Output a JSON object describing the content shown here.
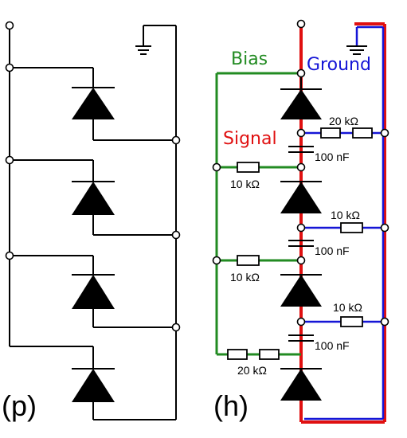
{
  "panels": {
    "left_label": "(p)",
    "right_label": "(h)"
  },
  "labels": {
    "bias": "Bias",
    "ground": "Ground",
    "signal": "Signal"
  },
  "components": {
    "r_top": "20 kΩ",
    "cap_1": "100 nF",
    "r_bias_1": "10 kΩ",
    "r_gnd_2": "10 kΩ",
    "cap_2": "100 nF",
    "r_bias_2": "10 kΩ",
    "r_gnd_3": "10 kΩ",
    "cap_3": "100 nF",
    "r_bias_3": "20 kΩ"
  },
  "colors": {
    "bias": "#228B22",
    "ground": "#1515d6",
    "signal": "#e01010",
    "wire": "#000000"
  }
}
